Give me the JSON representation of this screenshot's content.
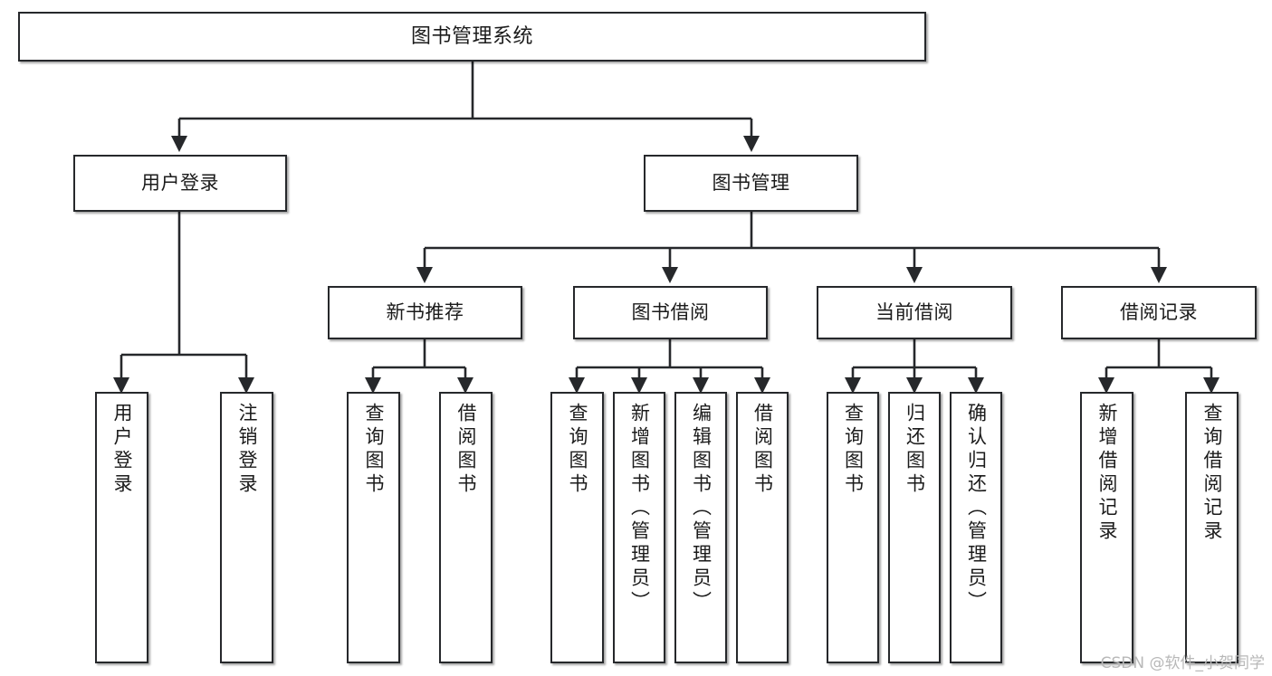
{
  "diagram": {
    "type": "tree-hierarchy-chart",
    "title": "图书管理系统",
    "watermark": "CSDN @软件_小贺同学",
    "colors": {
      "box_border": "#26282b",
      "box_fill": "#ffffff",
      "connector": "#26282b",
      "text": "#1b1b1b",
      "watermark": "#b8b8b8",
      "background": "#ffffff"
    }
  },
  "nodes": {
    "root": {
      "label": "图书管理系统"
    },
    "level2": [
      {
        "id": "user-login",
        "label": "用户登录"
      },
      {
        "id": "book-management",
        "label": "图书管理"
      }
    ],
    "level3": [
      {
        "id": "new-book-recommend",
        "label": "新书推荐"
      },
      {
        "id": "book-borrow",
        "label": "图书借阅"
      },
      {
        "id": "current-borrow",
        "label": "当前借阅"
      },
      {
        "id": "borrow-record",
        "label": "借阅记录"
      }
    ],
    "leaves": {
      "user_login": [
        {
          "id": "leaf-user-login",
          "label": "用户登录"
        },
        {
          "id": "leaf-logout-login",
          "label": "注销登录"
        }
      ],
      "new_book_recommend": [
        {
          "id": "leaf-query-book-1",
          "label": "查询图书"
        },
        {
          "id": "leaf-borrow-book-1",
          "label": "借阅图书"
        }
      ],
      "book_borrow": [
        {
          "id": "leaf-query-book-2",
          "label": "查询图书"
        },
        {
          "id": "leaf-add-book",
          "label": "新增图书（管理员）"
        },
        {
          "id": "leaf-edit-book",
          "label": "编辑图书（管理员）"
        },
        {
          "id": "leaf-borrow-book-2",
          "label": "借阅图书"
        }
      ],
      "current_borrow": [
        {
          "id": "leaf-query-book-3",
          "label": "查询图书"
        },
        {
          "id": "leaf-return-book",
          "label": "归还图书"
        },
        {
          "id": "leaf-confirm-return",
          "label": "确认归还（管理员）"
        }
      ],
      "borrow_record": [
        {
          "id": "leaf-add-record",
          "label": "新增借阅记录"
        },
        {
          "id": "leaf-query-record",
          "label": "查询借阅记录"
        }
      ]
    }
  }
}
